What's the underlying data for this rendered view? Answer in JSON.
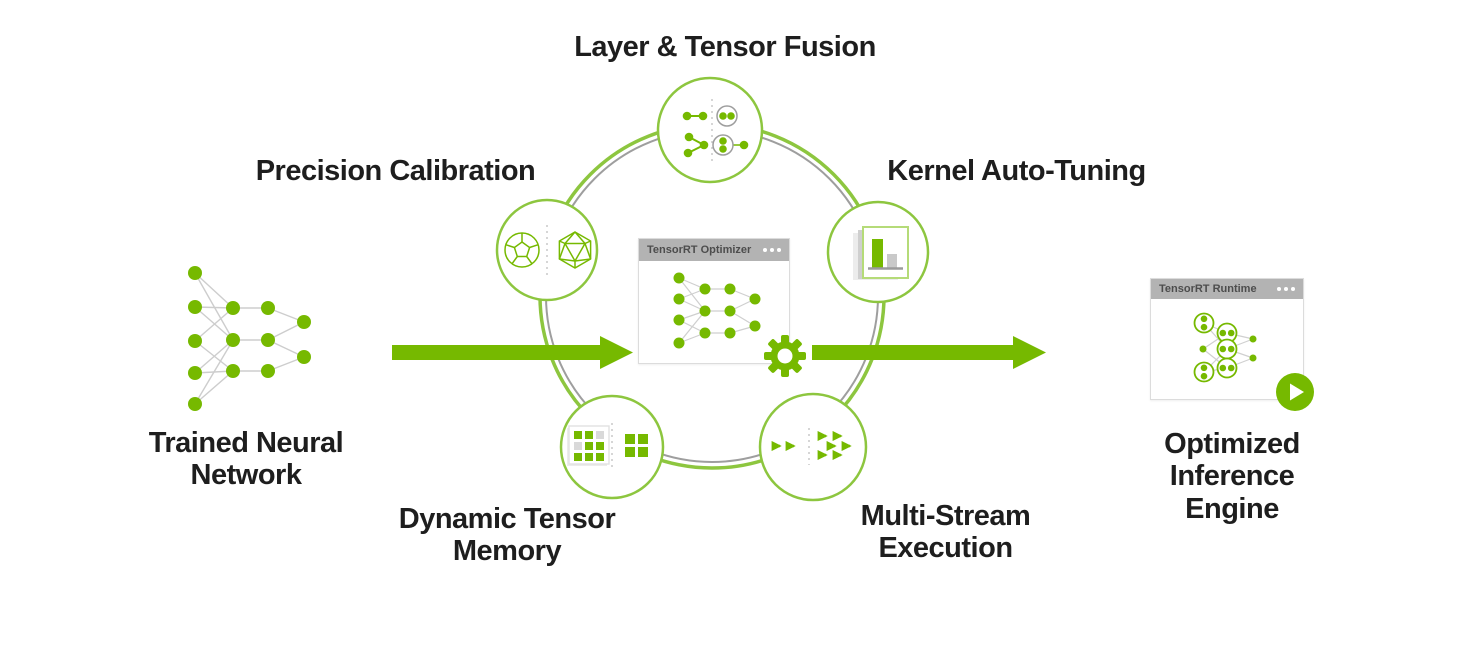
{
  "colors": {
    "nvidia_green": "#76b900",
    "ring_green": "#8dc63f",
    "ring_gray": "#9e9e9e",
    "titlebar_gray": "#b3b3b3",
    "titlebar_text": "#4d4d4d",
    "edge_gray": "#cccccc",
    "label_text": "#1e1e1e"
  },
  "flow": {
    "input_label": "Trained Neural Network",
    "output_label": "Optimized Inference Engine"
  },
  "optimizer_window": {
    "title": "TensorRT Optimizer"
  },
  "runtime_window": {
    "title": "TensorRT Runtime"
  },
  "stages": [
    {
      "id": "layer-tensor-fusion",
      "label": "Layer & Tensor Fusion",
      "icon": "graph-fusion-icon"
    },
    {
      "id": "precision-calibration",
      "label": "Precision Calibration",
      "icon": "polyhedra-icon"
    },
    {
      "id": "kernel-auto-tuning",
      "label": "Kernel Auto-Tuning",
      "icon": "bar-chart-cards-icon"
    },
    {
      "id": "dynamic-tensor-memory",
      "label": "Dynamic Tensor Memory",
      "icon": "memory-grid-icon"
    },
    {
      "id": "multi-stream-execution",
      "label": "Multi-Stream Execution",
      "icon": "stream-arrows-icon"
    }
  ],
  "icons": {
    "window_controls": "three-dots-icon",
    "optimizer_badge": "gear-icon",
    "runtime_badge": "play-icon",
    "input_graphic": "neural-network-icon",
    "flow_left": "arrow-right-icon",
    "flow_right": "arrow-right-icon"
  }
}
